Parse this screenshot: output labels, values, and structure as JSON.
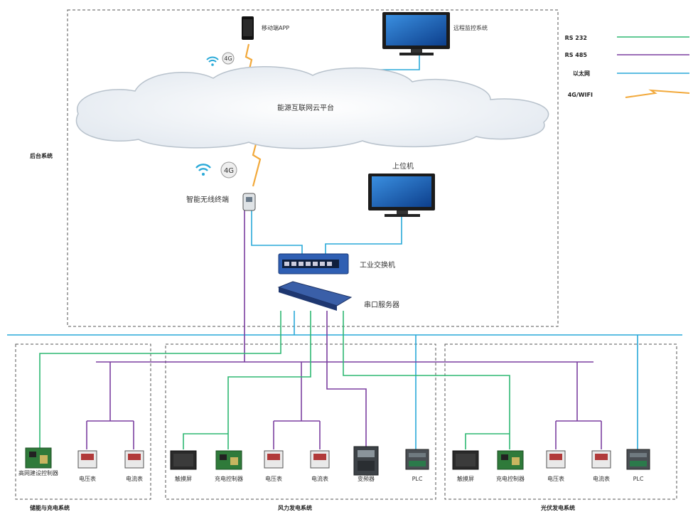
{
  "regions": {
    "top": "后台系统",
    "bottom_left": "储能与充电系统",
    "bottom_middle": "风力发电系统",
    "bottom_right": "光伏发电系统"
  },
  "legend": [
    {
      "label": "RS 232",
      "color": "#2eb872"
    },
    {
      "label": "RS 485",
      "color": "#7b3fa0"
    },
    {
      "label": "以太网",
      "color": "#29a9d8"
    },
    {
      "label": "4G/WIFI",
      "color": "#f2a93b"
    }
  ],
  "top_nodes": {
    "mobile_app": "移动端APP",
    "remote_monitor": "远程监控系统",
    "cloud": "能源互联网云平台",
    "host_pc": "上位机",
    "wireless_terminal": "智能无线终端",
    "switch": "工业交换机",
    "serial_server": "串口服务器",
    "badge_4g": "4G"
  },
  "devices": {
    "left": [
      {
        "label": "电流表"
      },
      {
        "label": "电压表"
      },
      {
        "label": "高网建设控制器"
      }
    ],
    "middle": [
      {
        "label": "PLC"
      },
      {
        "label": "变频器"
      },
      {
        "label": "电流表"
      },
      {
        "label": "电压表"
      },
      {
        "label": "充电控制器"
      },
      {
        "label": "触摸屏"
      }
    ],
    "right": [
      {
        "label": "PLC"
      },
      {
        "label": "电流表"
      },
      {
        "label": "电压表"
      },
      {
        "label": "充电控制器"
      },
      {
        "label": "触摸屏"
      }
    ]
  },
  "colors": {
    "rs232": "#2eb872",
    "rs485": "#7b3fa0",
    "ethernet": "#29a9d8",
    "wireless": "#f2a93b"
  }
}
